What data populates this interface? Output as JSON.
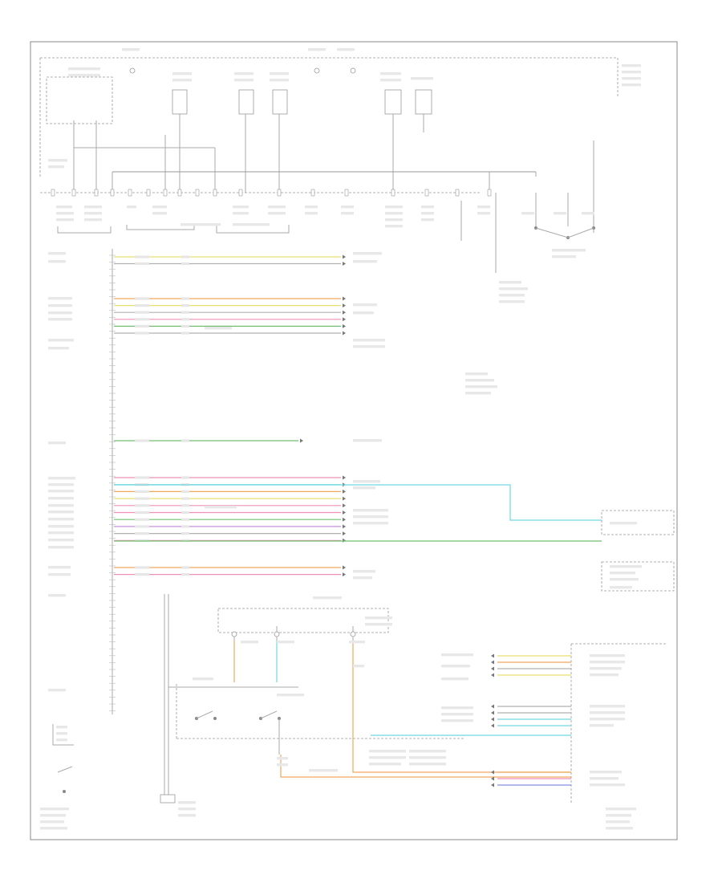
{
  "diagram": {
    "footer_code": "",
    "colors": {
      "yellow": "#e8e070",
      "orange": "#f0a860",
      "pink": "#f090b8",
      "green": "#70c070",
      "cyan": "#70d8e0",
      "blue": "#8090e0",
      "gray": "#b0b0b0",
      "purple": "#c890e0"
    },
    "wire_groups": [
      {
        "name": "group-1",
        "rows": [
          {
            "color": "yellow"
          },
          {
            "color": "gray"
          }
        ]
      },
      {
        "name": "group-2",
        "rows": [
          {
            "color": "orange"
          },
          {
            "color": "yellow"
          },
          {
            "color": "gray"
          },
          {
            "color": "pink"
          },
          {
            "color": "green"
          },
          {
            "color": "gray"
          }
        ]
      },
      {
        "name": "group-3",
        "rows": [
          {
            "color": "green"
          }
        ]
      },
      {
        "name": "group-4",
        "rows": [
          {
            "color": "pink"
          },
          {
            "color": "cyan"
          },
          {
            "color": "orange"
          },
          {
            "color": "yellow"
          },
          {
            "color": "pink"
          },
          {
            "color": "pink"
          },
          {
            "color": "green"
          },
          {
            "color": "purple"
          },
          {
            "color": "gray"
          },
          {
            "color": "pink"
          }
        ]
      },
      {
        "name": "group-5",
        "rows": [
          {
            "color": "orange"
          },
          {
            "color": "pink"
          }
        ]
      }
    ],
    "right_wires": [
      {
        "color": "yellow"
      },
      {
        "color": "orange"
      },
      {
        "color": "gray"
      },
      {
        "color": "yellow"
      },
      {
        "color": "gray"
      },
      {
        "color": "gray"
      },
      {
        "color": "cyan"
      },
      {
        "color": "cyan"
      },
      {
        "color": "orange"
      },
      {
        "color": "pink"
      },
      {
        "color": "blue"
      }
    ]
  }
}
